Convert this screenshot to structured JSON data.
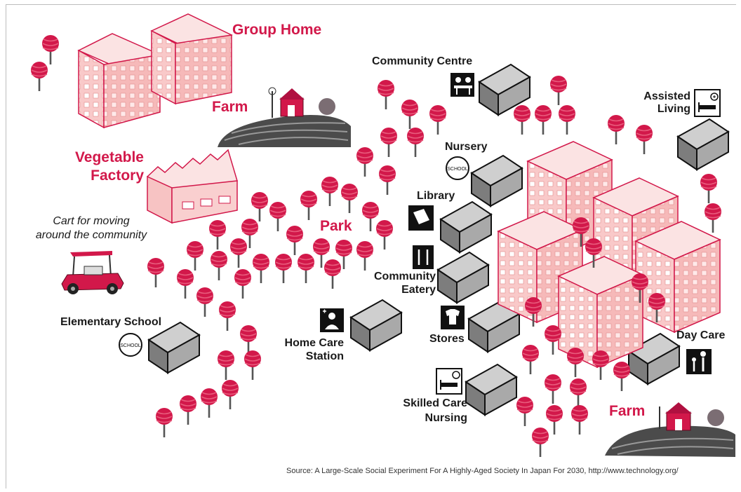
{
  "colors": {
    "accent": "#d2184a",
    "building": "#f7c3c3",
    "box": "#a9a9a9",
    "tree": "#d2184a"
  },
  "labels": {
    "group_home": "Group Home",
    "farm_top": "Farm",
    "vegetable_factory_1": "Vegetable",
    "vegetable_factory_2": "Factory",
    "park": "Park",
    "farm_bottom": "Farm",
    "cart_1": "Cart for moving",
    "cart_2": "around the community",
    "community_centre": "Community Centre",
    "assisted_living_1": "Assisted",
    "assisted_living_2": "Living",
    "nursery": "Nursery",
    "library": "Library",
    "community_eatery_1": "Community",
    "community_eatery_2": "Eatery",
    "stores": "Stores",
    "elementary_school": "Elementary School",
    "home_care_1": "Home Care",
    "home_care_2": "Station",
    "day_care": "Day Care",
    "skilled_care_1": "Skilled Care",
    "skilled_care_2": "Nursing",
    "school_icon_text": "SCHOOL"
  },
  "icons": [
    "community-icon",
    "nursing-bed-icon",
    "school-icon",
    "book-icon",
    "fork-knife-icon",
    "shirt-icon",
    "nurse-icon",
    "parent-child-icon",
    "farm-barn-icon",
    "golf-cart-icon"
  ],
  "source": "Source: A Large-Scale Social Experiment For A Highly-Aged Society In Japan For 2030, http://www.technology.org/"
}
